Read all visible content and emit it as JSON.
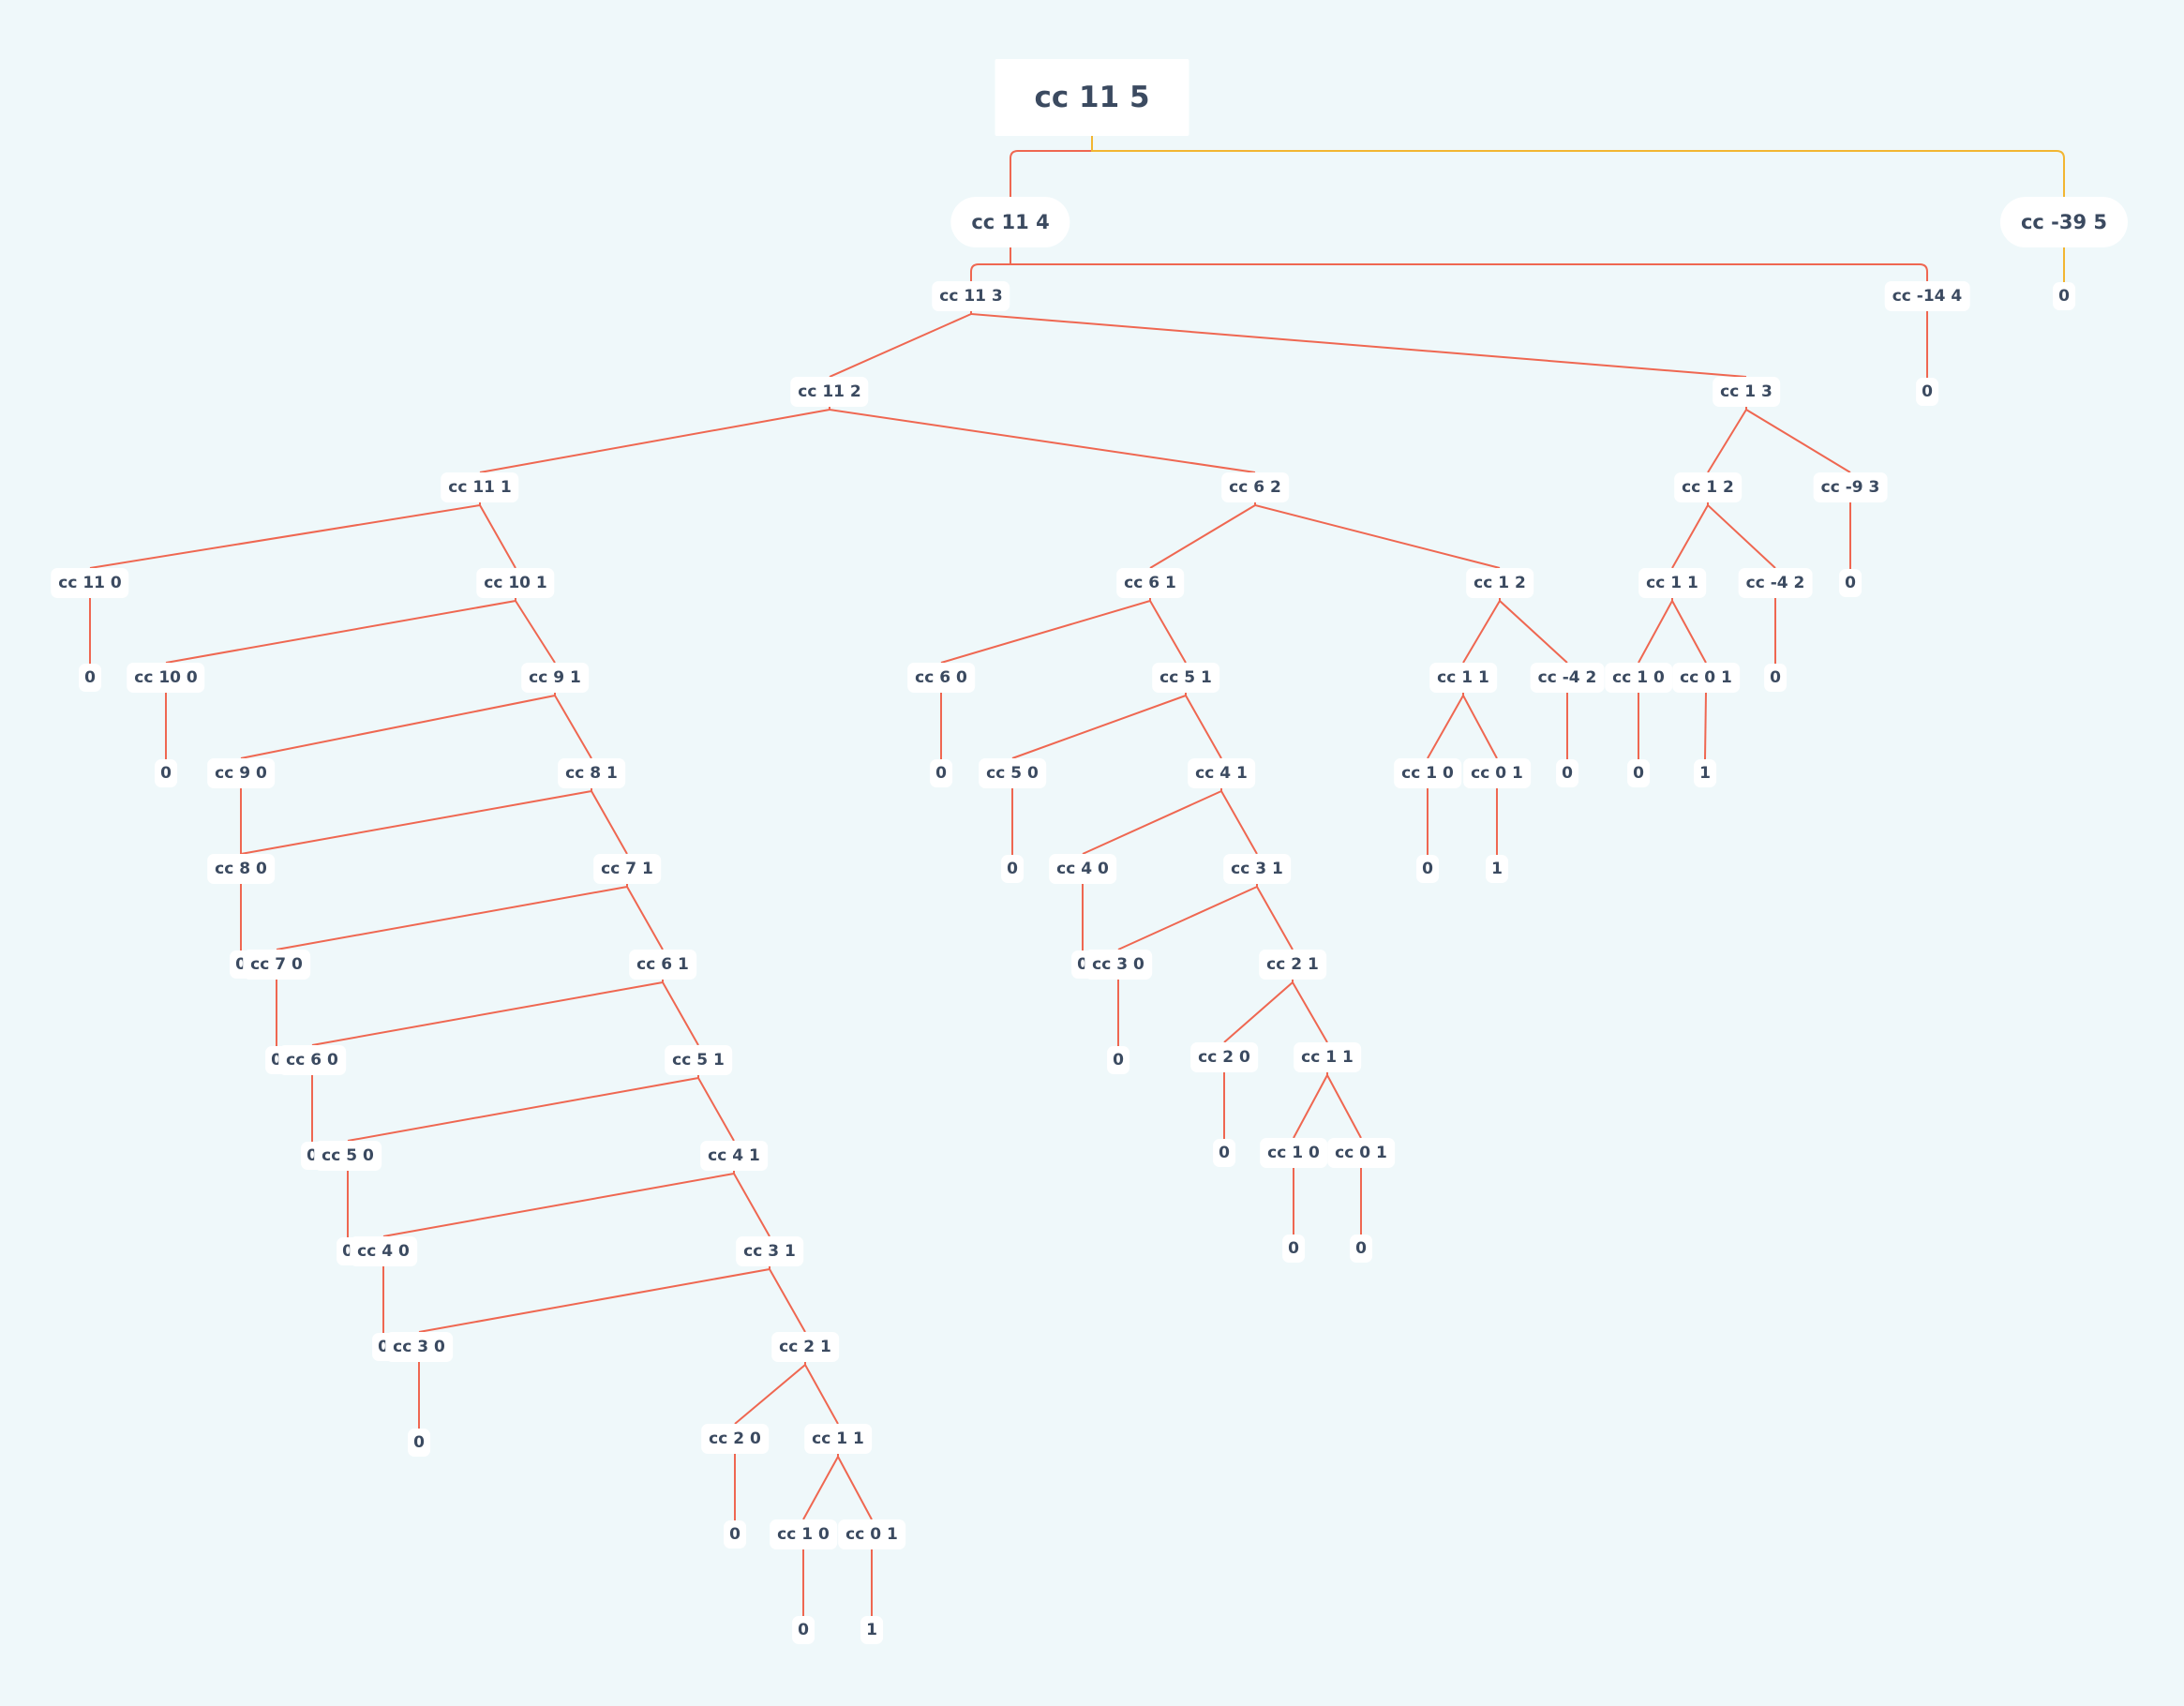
{
  "colors": {
    "background": "#eff8fa",
    "edge": "#ef6751",
    "edge_secondary": "#f2b632",
    "text": "#3b4a60"
  },
  "root": {
    "label": "cc 11 5",
    "children": [
      {
        "label": "cc 11 4",
        "children": [
          {
            "label": "cc 11 3",
            "children": [
              {
                "label": "cc 11 2",
                "children": [
                  {
                    "label": "cc 11 1",
                    "children": [
                      {
                        "label": "cc 11 0",
                        "children": [
                          {
                            "label": "0"
                          }
                        ]
                      },
                      {
                        "label": "cc 10 1",
                        "children": [
                          {
                            "label": "cc 10 0",
                            "children": [
                              {
                                "label": "0"
                              }
                            ]
                          },
                          {
                            "label": "cc 9 1",
                            "children": [
                              {
                                "label": "cc 9 0",
                                "children": [
                                  {
                                    "label": "0"
                                  }
                                ]
                              },
                              {
                                "label": "cc 8 1",
                                "children": [
                                  {
                                    "label": "cc 8 0",
                                    "children": [
                                      {
                                        "label": "0"
                                      }
                                    ]
                                  },
                                  {
                                    "label": "cc 7 1",
                                    "children": [
                                      {
                                        "label": "cc 7 0",
                                        "children": [
                                          {
                                            "label": "0"
                                          }
                                        ]
                                      },
                                      {
                                        "label": "cc 6 1",
                                        "children": [
                                          {
                                            "label": "cc 6 0",
                                            "children": [
                                              {
                                                "label": "0"
                                              }
                                            ]
                                          },
                                          {
                                            "label": "cc 5 1",
                                            "children": [
                                              {
                                                "label": "cc 5 0",
                                                "children": [
                                                  {
                                                    "label": "0"
                                                  }
                                                ]
                                              },
                                              {
                                                "label": "cc 4 1",
                                                "children": [
                                                  {
                                                    "label": "cc 4 0",
                                                    "children": [
                                                      {
                                                        "label": "0"
                                                      }
                                                    ]
                                                  },
                                                  {
                                                    "label": "cc 3 1",
                                                    "children": [
                                                      {
                                                        "label": "cc 3 0",
                                                        "children": [
                                                          {
                                                            "label": "0"
                                                          }
                                                        ]
                                                      },
                                                      {
                                                        "label": "cc 2 1",
                                                        "children": [
                                                          {
                                                            "label": "cc 2 0",
                                                            "children": [
                                                              {
                                                                "label": "0"
                                                              }
                                                            ]
                                                          },
                                                          {
                                                            "label": "cc 1 1",
                                                            "children": [
                                                              {
                                                                "label": "cc 1 0",
                                                                "children": [
                                                                  {
                                                                    "label": "0"
                                                                  }
                                                                ]
                                                              },
                                                              {
                                                                "label": "cc 0 1",
                                                                "children": [
                                                                  {
                                                                    "label": "1"
                                                                  }
                                                                ]
                                                              }
                                                            ]
                                                          }
                                                        ]
                                                      }
                                                    ]
                                                  }
                                                ]
                                              }
                                            ]
                                          }
                                        ]
                                      }
                                    ]
                                  }
                                ]
                              }
                            ]
                          }
                        ]
                      }
                    ]
                  },
                  {
                    "label": "cc 6 2",
                    "children": [
                      {
                        "label": "cc 6 1",
                        "children": [
                          {
                            "label": "cc 6 0",
                            "children": [
                              {
                                "label": "0"
                              }
                            ]
                          },
                          {
                            "label": "cc 5 1",
                            "children": [
                              {
                                "label": "cc 5 0",
                                "children": [
                                  {
                                    "label": "0"
                                  }
                                ]
                              },
                              {
                                "label": "cc 4 1",
                                "children": [
                                  {
                                    "label": "cc 4 0",
                                    "children": [
                                      {
                                        "label": "0"
                                      }
                                    ]
                                  },
                                  {
                                    "label": "cc 3 1",
                                    "children": [
                                      {
                                        "label": "cc 3 0",
                                        "children": [
                                          {
                                            "label": "0"
                                          }
                                        ]
                                      },
                                      {
                                        "label": "cc 2 1",
                                        "children": [
                                          {
                                            "label": "cc 2 0",
                                            "children": [
                                              {
                                                "label": "0"
                                              }
                                            ]
                                          },
                                          {
                                            "label": "cc 1 1",
                                            "children": [
                                              {
                                                "label": "cc 1 0",
                                                "children": [
                                                  {
                                                    "label": "0"
                                                  }
                                                ]
                                              },
                                              {
                                                "label": "cc 0 1",
                                                "children": [
                                                  {
                                                    "label": "0"
                                                  }
                                                ]
                                              }
                                            ]
                                          }
                                        ]
                                      }
                                    ]
                                  }
                                ]
                              }
                            ]
                          }
                        ]
                      },
                      {
                        "label": "cc 1 2",
                        "children": [
                          {
                            "label": "cc 1 1",
                            "children": [
                              {
                                "label": "cc 1 0",
                                "children": [
                                  {
                                    "label": "0"
                                  }
                                ]
                              },
                              {
                                "label": "cc 0 1",
                                "children": [
                                  {
                                    "label": "1"
                                  }
                                ]
                              }
                            ]
                          },
                          {
                            "label": "cc -4 2",
                            "children": [
                              {
                                "label": "0"
                              }
                            ]
                          }
                        ]
                      }
                    ]
                  }
                ]
              },
              {
                "label": "cc 1 3",
                "children": [
                  {
                    "label": "cc 1 2",
                    "children": [
                      {
                        "label": "cc 1 1",
                        "children": [
                          {
                            "label": "cc 1 0",
                            "children": [
                              {
                                "label": "0"
                              }
                            ]
                          },
                          {
                            "label": "cc 0 1",
                            "children": [
                              {
                                "label": "1"
                              }
                            ]
                          }
                        ]
                      },
                      {
                        "label": "cc -4 2",
                        "children": [
                          {
                            "label": "0"
                          }
                        ]
                      }
                    ]
                  },
                  {
                    "label": "cc -9 3",
                    "children": [
                      {
                        "label": "0"
                      }
                    ]
                  }
                ]
              }
            ]
          },
          {
            "label": "cc -14 4",
            "children": [
              {
                "label": "0"
              }
            ]
          }
        ]
      },
      {
        "label": "cc -39 5",
        "children": [
          {
            "label": "0"
          }
        ]
      }
    ]
  }
}
